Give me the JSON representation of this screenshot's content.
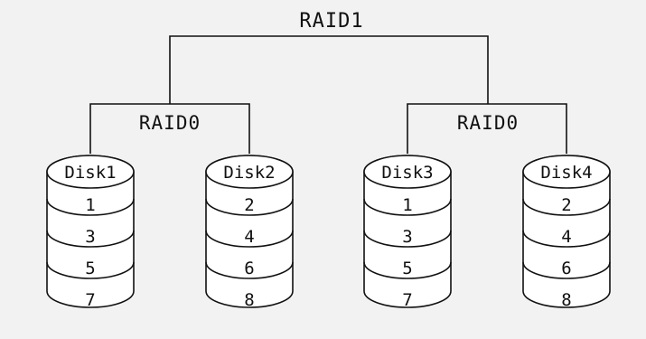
{
  "diagram": {
    "top_label": "RAID1",
    "groups": [
      {
        "label": "RAID0",
        "disks": [
          {
            "name": "Disk1",
            "blocks": [
              "1",
              "3",
              "5",
              "7"
            ]
          },
          {
            "name": "Disk2",
            "blocks": [
              "2",
              "4",
              "6",
              "8"
            ]
          }
        ]
      },
      {
        "label": "RAID0",
        "disks": [
          {
            "name": "Disk3",
            "blocks": [
              "1",
              "3",
              "5",
              "7"
            ]
          },
          {
            "name": "Disk4",
            "blocks": [
              "2",
              "4",
              "6",
              "8"
            ]
          }
        ]
      }
    ]
  }
}
